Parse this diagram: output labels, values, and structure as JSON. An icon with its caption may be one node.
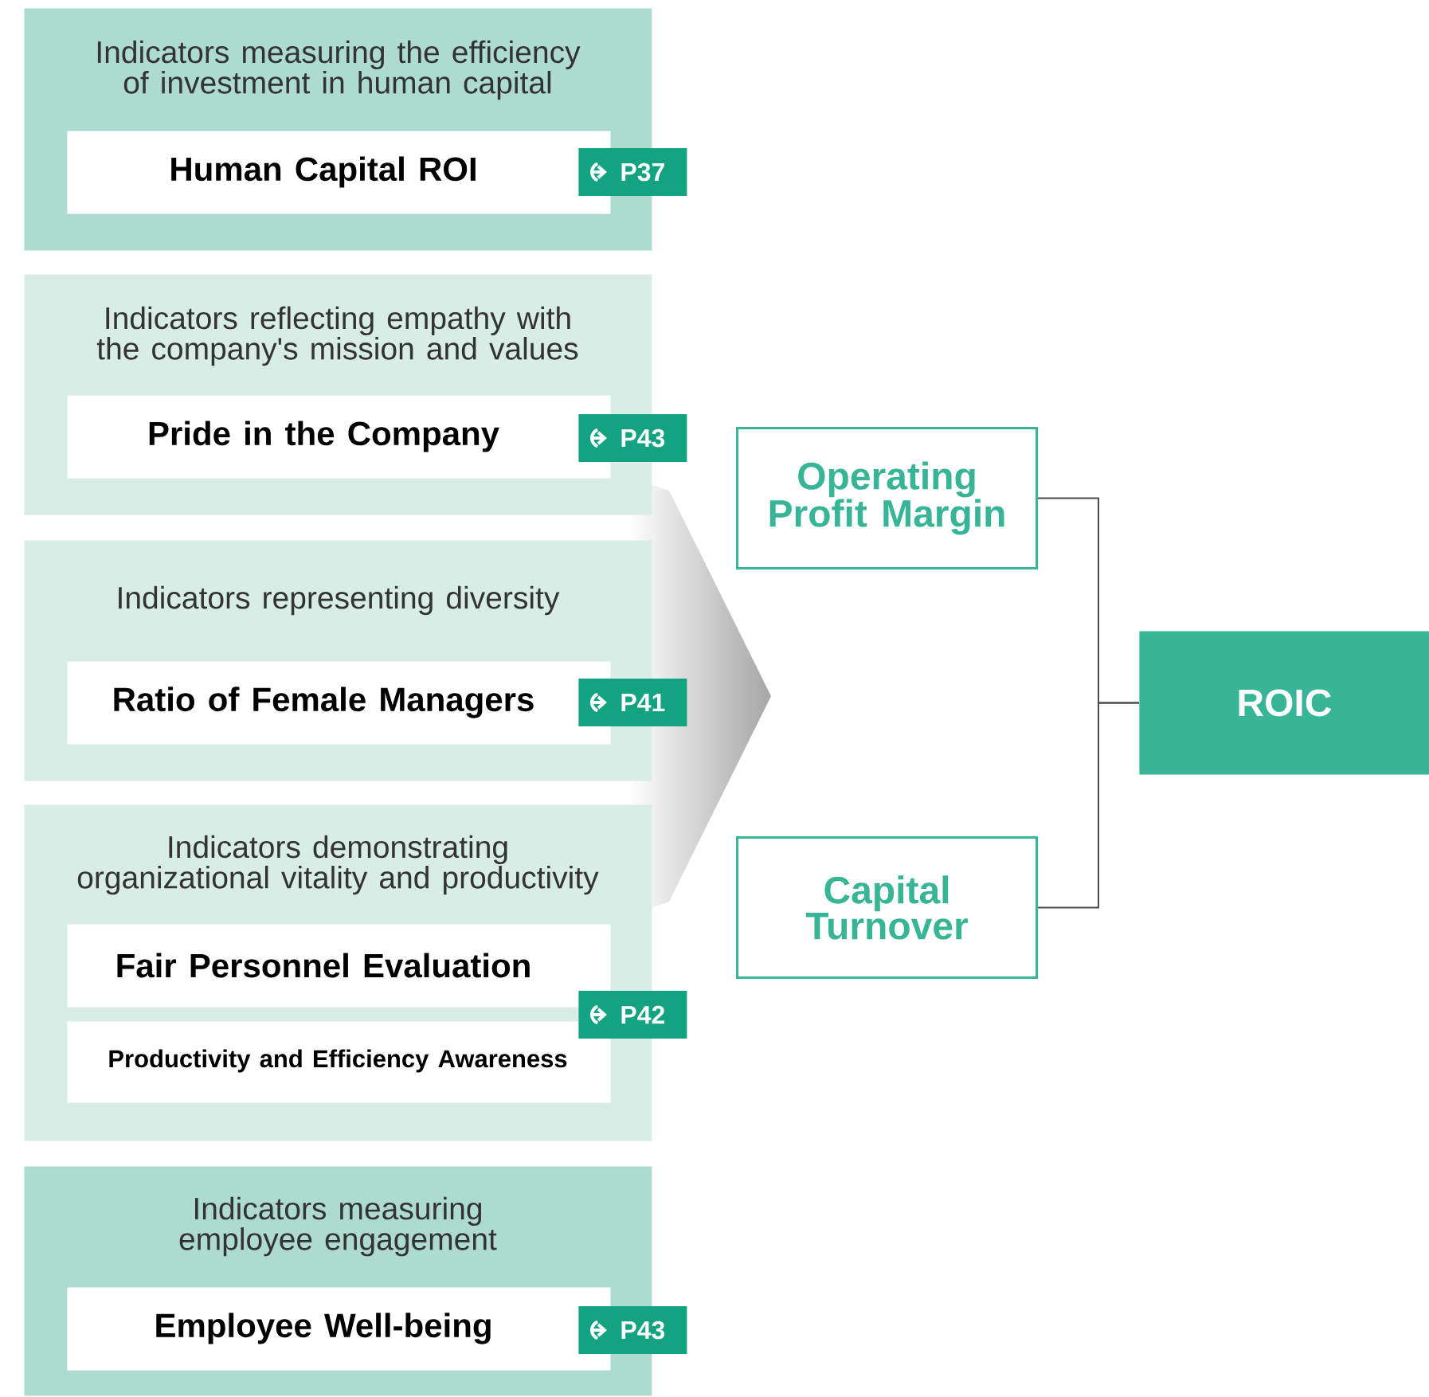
{
  "diagram": {
    "nodes": [
      {
        "text": [
          "Indicators measuring the efficiency of investment in human capital"
        ]
      },
      {
        "text": [
          "Human Capital ROI"
        ],
        "in": 0,
        "beside": [
          "P37"
        ]
      },
      {
        "text": [
          "Indicators reflecting empathy with the company's mission and values"
        ]
      },
      {
        "text": [
          "Pride in the Company"
        ],
        "in": 2,
        "beside": [
          "P43"
        ]
      },
      {
        "text": [
          "Indicators representing diversity"
        ]
      },
      {
        "text": [
          "Ratio of Female Managers"
        ],
        "in": 4,
        "beside": [
          "P41"
        ]
      },
      {
        "text": [
          "Indicators demonstrating organizational vitality and productivity"
        ]
      },
      {
        "text": [
          "Fair Personnel Evaluation"
        ],
        "in": 6,
        "beside": [
          "P42"
        ]
      },
      {
        "text": [
          "Productivity and Efficiency Awareness"
        ],
        "in": 6
      },
      {
        "text": [
          "Indicators measuring employee engagement"
        ]
      },
      {
        "text": [
          "Employee Well-being"
        ],
        "in": 9,
        "beside": [
          "P43"
        ]
      },
      {
        "text": [
          "Operating Profit Margin"
        ]
      },
      {
        "text": [
          "Capital Turnover"
        ]
      },
      {
        "text": [
          "ROIC"
        ]
      }
    ],
    "edges": [
      {
        "from": 11,
        "to": 13,
        "arrow": "none"
      },
      {
        "from": 12,
        "to": 13,
        "arrow": "none"
      }
    ]
  }
}
